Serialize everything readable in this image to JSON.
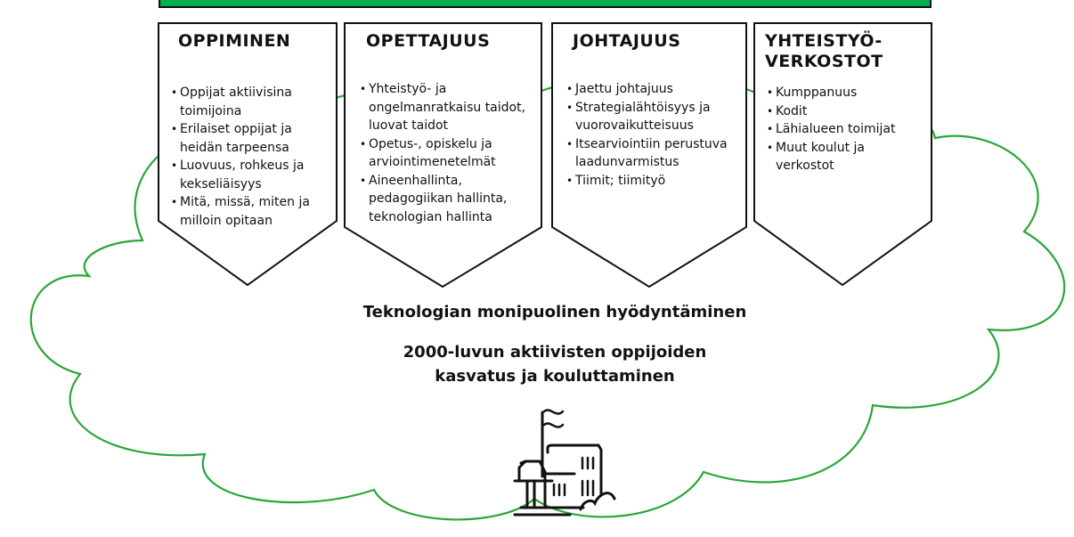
{
  "colors": {
    "banner": "#00b04f",
    "cloud_outline": "#2aa63a",
    "box_outline": "#111111"
  },
  "boxes": [
    {
      "title": "OPPIMINEN",
      "items": [
        "Oppijat aktiivisina toimijoina",
        "Erilaiset oppijat ja heidän tarpeensa",
        "Luovuus, rohkeus ja kekseliäisyys",
        "Mitä, missä, miten ja milloin opitaan"
      ]
    },
    {
      "title": "OPETTAJUUS",
      "items": [
        "Yhteistyö- ja ongelmanratkaisu taidot, luovat taidot",
        "Opetus-, opiskelu ja arviointimenetelmät",
        "Aineenhallinta, pedagogiikan hallinta, teknologian hallinta"
      ]
    },
    {
      "title": "JOHTAJUUS",
      "items": [
        "Jaettu johtajuus",
        "Strategialähtöisyys ja vuorovaikutteisuus",
        "Itsearviointiin perustuva laadunvarmistus",
        "Tiimit; tiimityö"
      ]
    },
    {
      "title": "YHTEISTYÖ-VERKOSTOT",
      "items": [
        "Kumppanuus",
        "Kodit",
        "Lähialueen toimijat",
        "Muut koulut  ja verkostot"
      ]
    }
  ],
  "center": {
    "line1": "Teknologian monipuolinen hyödyntäminen",
    "line2": "2000-luvun aktiivisten oppijoiden",
    "line3": "kasvatus ja kouluttaminen"
  },
  "icons": {
    "school": "school-building-icon"
  }
}
